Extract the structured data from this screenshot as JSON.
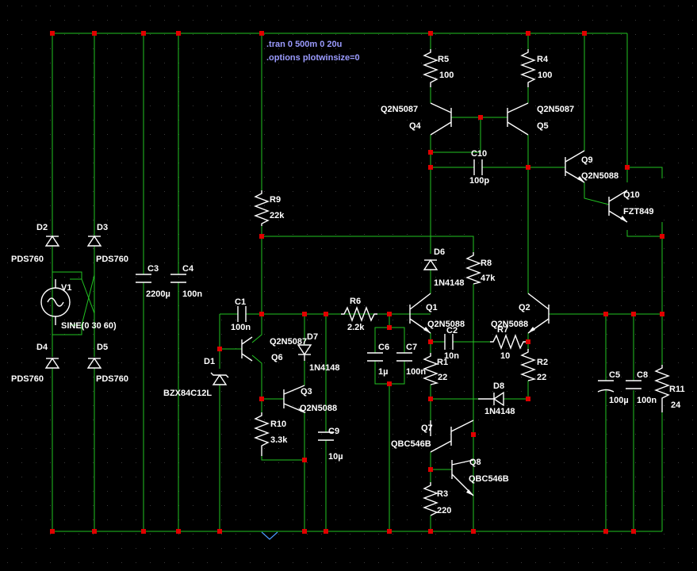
{
  "directives": [
    ".tran 0 500m 0 20u",
    ".options plotwinsize=0"
  ],
  "components": {
    "V1": {
      "name": "V1",
      "value": "SINE(0 30 60)"
    },
    "D2": {
      "name": "D2",
      "value": "PDS760"
    },
    "D3": {
      "name": "D3",
      "value": "PDS760"
    },
    "D4": {
      "name": "D4",
      "value": "PDS760"
    },
    "D5": {
      "name": "D5",
      "value": "PDS760"
    },
    "C3": {
      "name": "C3",
      "value": "2200µ"
    },
    "C4": {
      "name": "C4",
      "value": "100n"
    },
    "R9": {
      "name": "R9",
      "value": "22k"
    },
    "C1": {
      "name": "C1",
      "value": "100n"
    },
    "D1": {
      "name": "D1",
      "value": "BZX84C12L"
    },
    "Q6": {
      "name": "Q6",
      "value": "Q2N5087"
    },
    "D7": {
      "name": "D7",
      "value": "1N4148"
    },
    "Q3": {
      "name": "Q3",
      "value": "Q2N5088"
    },
    "R10": {
      "name": "R10",
      "value": "3.3k"
    },
    "C9": {
      "name": "C9",
      "value": "10µ"
    },
    "R6": {
      "name": "R6",
      "value": "2.2k"
    },
    "C6": {
      "name": "C6",
      "value": "1µ"
    },
    "C7": {
      "name": "C7",
      "value": "100n"
    },
    "R5": {
      "name": "R5",
      "value": "100"
    },
    "R4": {
      "name": "R4",
      "value": "100"
    },
    "Q4": {
      "name": "Q4",
      "value": "Q2N5087"
    },
    "Q5": {
      "name": "Q5",
      "value": "Q2N5087"
    },
    "C10": {
      "name": "C10",
      "value": "100p"
    },
    "Q9": {
      "name": "Q9",
      "value": "Q2N5088"
    },
    "Q10": {
      "name": "Q10",
      "value": "FZT849"
    },
    "D6": {
      "name": "D6",
      "value": "1N4148"
    },
    "R8": {
      "name": "R8",
      "value": "47k"
    },
    "Q1": {
      "name": "Q1",
      "value": "Q2N5088"
    },
    "Q2": {
      "name": "Q2",
      "value": "Q2N5088"
    },
    "C2": {
      "name": "C2",
      "value": "10n"
    },
    "R7": {
      "name": "R7",
      "value": "10"
    },
    "R1": {
      "name": "R1",
      "value": "22"
    },
    "R2": {
      "name": "R2",
      "value": "22"
    },
    "D8": {
      "name": "D8",
      "value": "1N4148"
    },
    "Q7": {
      "name": "Q7",
      "value": "QBC546B"
    },
    "Q8": {
      "name": "Q8",
      "value": "QBC546B"
    },
    "R3": {
      "name": "R3",
      "value": "220"
    },
    "C5": {
      "name": "C5",
      "value": "100µ"
    },
    "C8": {
      "name": "C8",
      "value": "100n"
    },
    "R11": {
      "name": "R11",
      "value": "24"
    }
  },
  "colors": {
    "background": "#000000",
    "wire": "#22c322",
    "component": "#ffffff",
    "junction": "#e00000",
    "directive": "#9b9bff",
    "grid": "#3a3a3a"
  }
}
